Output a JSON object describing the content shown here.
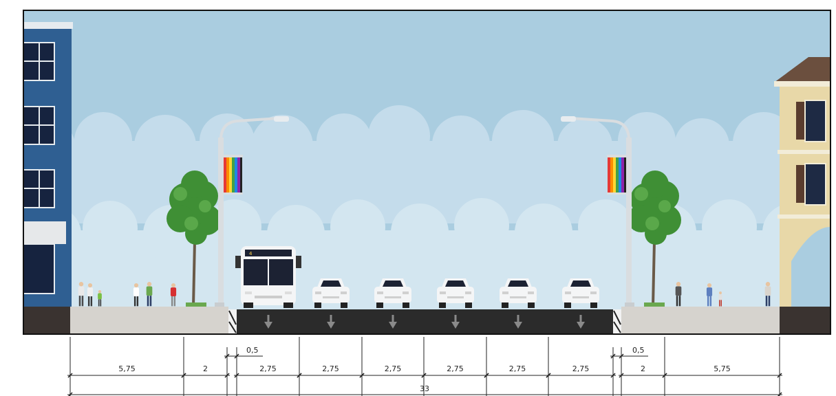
{
  "street_section": {
    "segments": [
      {
        "id": "left-sidewalk",
        "width": "5,75",
        "kind": "sidewalk"
      },
      {
        "id": "left-planting-strip",
        "width": "2",
        "kind": "planting"
      },
      {
        "id": "left-curb-buffer",
        "width": "0,5",
        "kind": "buffer"
      },
      {
        "id": "bus-lane",
        "width": "2,75",
        "kind": "travel-lane"
      },
      {
        "id": "lane-2",
        "width": "2,75",
        "kind": "travel-lane"
      },
      {
        "id": "lane-3",
        "width": "2,75",
        "kind": "travel-lane"
      },
      {
        "id": "lane-4",
        "width": "2,75",
        "kind": "travel-lane"
      },
      {
        "id": "lane-5",
        "width": "2,75",
        "kind": "travel-lane"
      },
      {
        "id": "lane-6",
        "width": "2,75",
        "kind": "travel-lane"
      },
      {
        "id": "right-curb-buffer",
        "width": "0,5",
        "kind": "buffer"
      },
      {
        "id": "right-planting-strip",
        "width": "2",
        "kind": "planting"
      },
      {
        "id": "right-sidewalk",
        "width": "5,75",
        "kind": "sidewalk"
      }
    ],
    "total_width": "33",
    "bus_route_number": "4",
    "lane_direction": "down-arrow-icon",
    "colors": {
      "sky": "#aacde0",
      "road": "#2b2b2b",
      "sidewalk": "#d6d3ce",
      "building_left": "#2f5f92",
      "building_right": "#e8d8a8",
      "roof_right": "#6b4f3e",
      "tree": "#3f8f35",
      "pole": "#d9dde0"
    }
  }
}
